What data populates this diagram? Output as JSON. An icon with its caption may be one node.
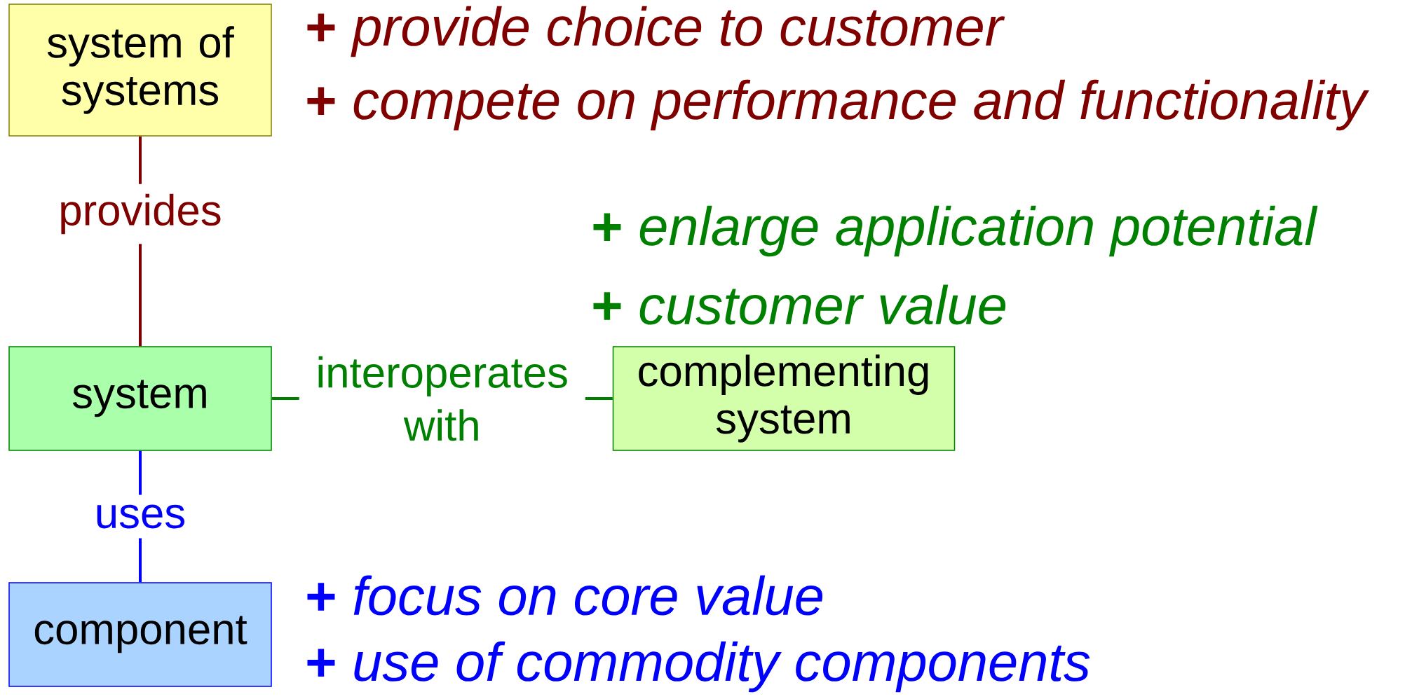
{
  "diagram": {
    "nodes": [
      {
        "text": [
          "system of systems"
        ]
      },
      {
        "text": [
          "system"
        ]
      },
      {
        "text": [
          "complementing system"
        ]
      },
      {
        "text": [
          "component"
        ]
      }
    ],
    "edges": [
      {
        "from": 0,
        "to": 1,
        "arrow": "none",
        "label": "provides",
        "color": "#800000"
      },
      {
        "from": 1,
        "to": 2,
        "arrow": "none",
        "label": "interoperates with",
        "color": "#008000"
      },
      {
        "from": 1,
        "to": 3,
        "arrow": "none",
        "label": "uses",
        "color": "#0000ff"
      }
    ],
    "labels": [
      "**+** *provide choice to customer*",
      "**+** *compete on performance and functionality*",
      "**+** *enlarge application potential*",
      "**+** *customer value*",
      "**+** *focus on core value*",
      "**+** *use of commodity components*"
    ]
  }
}
